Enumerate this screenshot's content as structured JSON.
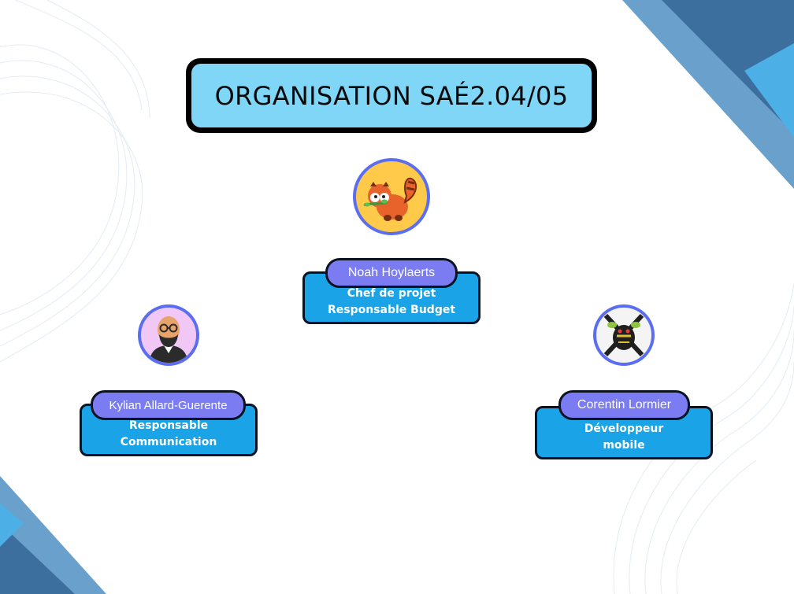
{
  "title": "ORGANISATION SAÉ2.04/05",
  "colors": {
    "accent_blue": "#1aa3e6",
    "title_fill": "#7fd6f6",
    "pill_purple": "#7b7cf2",
    "avatar_ring": "#5b6ef0",
    "corner_dark": "#3d74a8",
    "corner_light": "#5bb3e6"
  },
  "members": [
    {
      "name": "Noah Hoylaerts",
      "role_lines": [
        "Chef de projet",
        "Responsable Budget"
      ],
      "avatar_icon": "red-panda-icon"
    },
    {
      "name": "Kylian Allard-Guerente",
      "role_lines": [
        "Responsable",
        "Communication"
      ],
      "avatar_icon": "bald-man-glasses-icon"
    },
    {
      "name": "Corentin Lormier",
      "role_lines": [
        "Développeur",
        "mobile"
      ],
      "avatar_icon": "dragon-character-icon"
    }
  ]
}
